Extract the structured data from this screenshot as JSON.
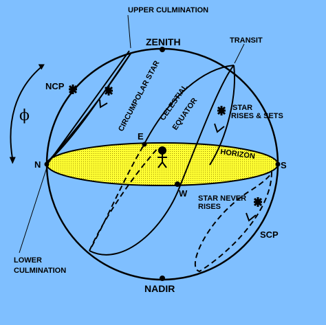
{
  "colors": {
    "background": "#7fbfff",
    "horizon_fill": "#ffff33",
    "ink": "#000000"
  },
  "labels": {
    "upper_culmination": "UPPER CULMINATION",
    "zenith": "ZENITH",
    "transit": "TRANSIT",
    "ncp": "NCP",
    "circumpolar_star": "CIRCUMPOLAR STAR",
    "celestial": "CELESTIAL",
    "equator": "EQUATOR",
    "star_rises": "STAR",
    "rises_sets": "RISES & SETS",
    "phi": "ϕ",
    "east": "E",
    "north": "N",
    "south": "S",
    "west": "W",
    "horizon": "HORIZON",
    "never_rises_1": "STAR NEVER",
    "never_rises_2": "RISES",
    "scp": "SCP",
    "lower_1": "LOWER",
    "lower_2": "CULMINATION",
    "nadir": "NADIR"
  },
  "icons": [
    "star-icon",
    "observer-icon",
    "arrow-icon"
  ]
}
